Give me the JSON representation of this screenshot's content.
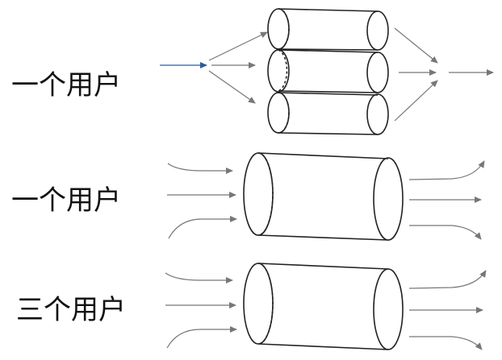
{
  "rows": [
    {
      "label": "一个用户",
      "variant": "split-into-three-pipes"
    },
    {
      "label": "一个用户",
      "variant": "single-large-pipe"
    },
    {
      "label": "三个用户",
      "variant": "single-large-pipe"
    }
  ],
  "colors": {
    "pipe_outline": "#222222",
    "flow_arrow": "#777777",
    "input_arrow": "#2e5a9c",
    "background": "#ffffff"
  }
}
